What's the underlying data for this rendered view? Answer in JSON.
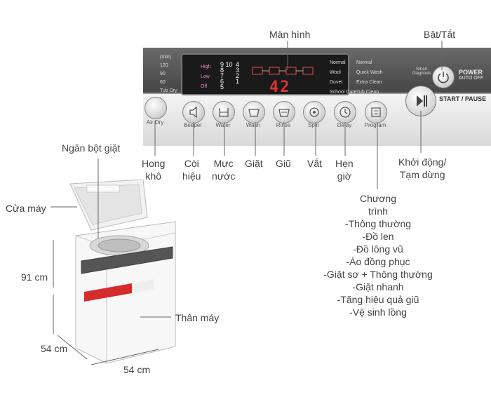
{
  "callouts": {
    "display": "Màn hình",
    "power": "Bật/Tắt",
    "detergent": "Ngăn bột giặt",
    "lid": "Cửa máy",
    "air_dry": [
      "Hong",
      "khô"
    ],
    "beeper": [
      "Còi",
      "hiệu"
    ],
    "water": [
      "Mực",
      "nước"
    ],
    "wash": "Giặt",
    "rinse": "Giũ",
    "spin": "Vắt",
    "delay": [
      "Hẹn",
      "giờ"
    ],
    "start_pause": [
      "Khởi động/",
      "Tạm dừng"
    ],
    "body": "Thân máy",
    "height": "91 cm",
    "depth": "54 cm",
    "width": "54 cm"
  },
  "program_list": [
    "Chương",
    "trình",
    "-Thông thường",
    "-Đồ len",
    "-Đồ lông vũ",
    "-Áo đồng phục",
    "-Giặt sơ + Thông thường",
    "-Giặt nhanh",
    "-Tăng hiệu quả giũ",
    "-Vệ sinh lồng"
  ],
  "panel": {
    "display_digits": "42",
    "time_values": [
      "(min)",
      "120",
      "90",
      "60",
      "Tub Dry"
    ],
    "levels": [
      "High",
      "Low",
      "Off"
    ],
    "numbers": [
      "9",
      "8",
      "7",
      "6",
      "5",
      "4",
      "3",
      "2",
      "1",
      "10"
    ],
    "courses": [
      "Normal",
      "Wool",
      "Duvet",
      "School Care",
      "Normal",
      "Quick Wash",
      "Extra Clean",
      "Tub Clean"
    ],
    "buttons": [
      {
        "name": "Air Dry"
      },
      {
        "name": "Beeper"
      },
      {
        "name": "Water"
      },
      {
        "name": "Wash"
      },
      {
        "name": "Rinse"
      },
      {
        "name": "Spin"
      },
      {
        "name": "Delay"
      },
      {
        "name": "Program"
      }
    ],
    "power": [
      "POWER",
      "AUTO OFF"
    ],
    "start": "START / PAUSE",
    "smart": [
      "Smart",
      "Diagnosis"
    ]
  }
}
